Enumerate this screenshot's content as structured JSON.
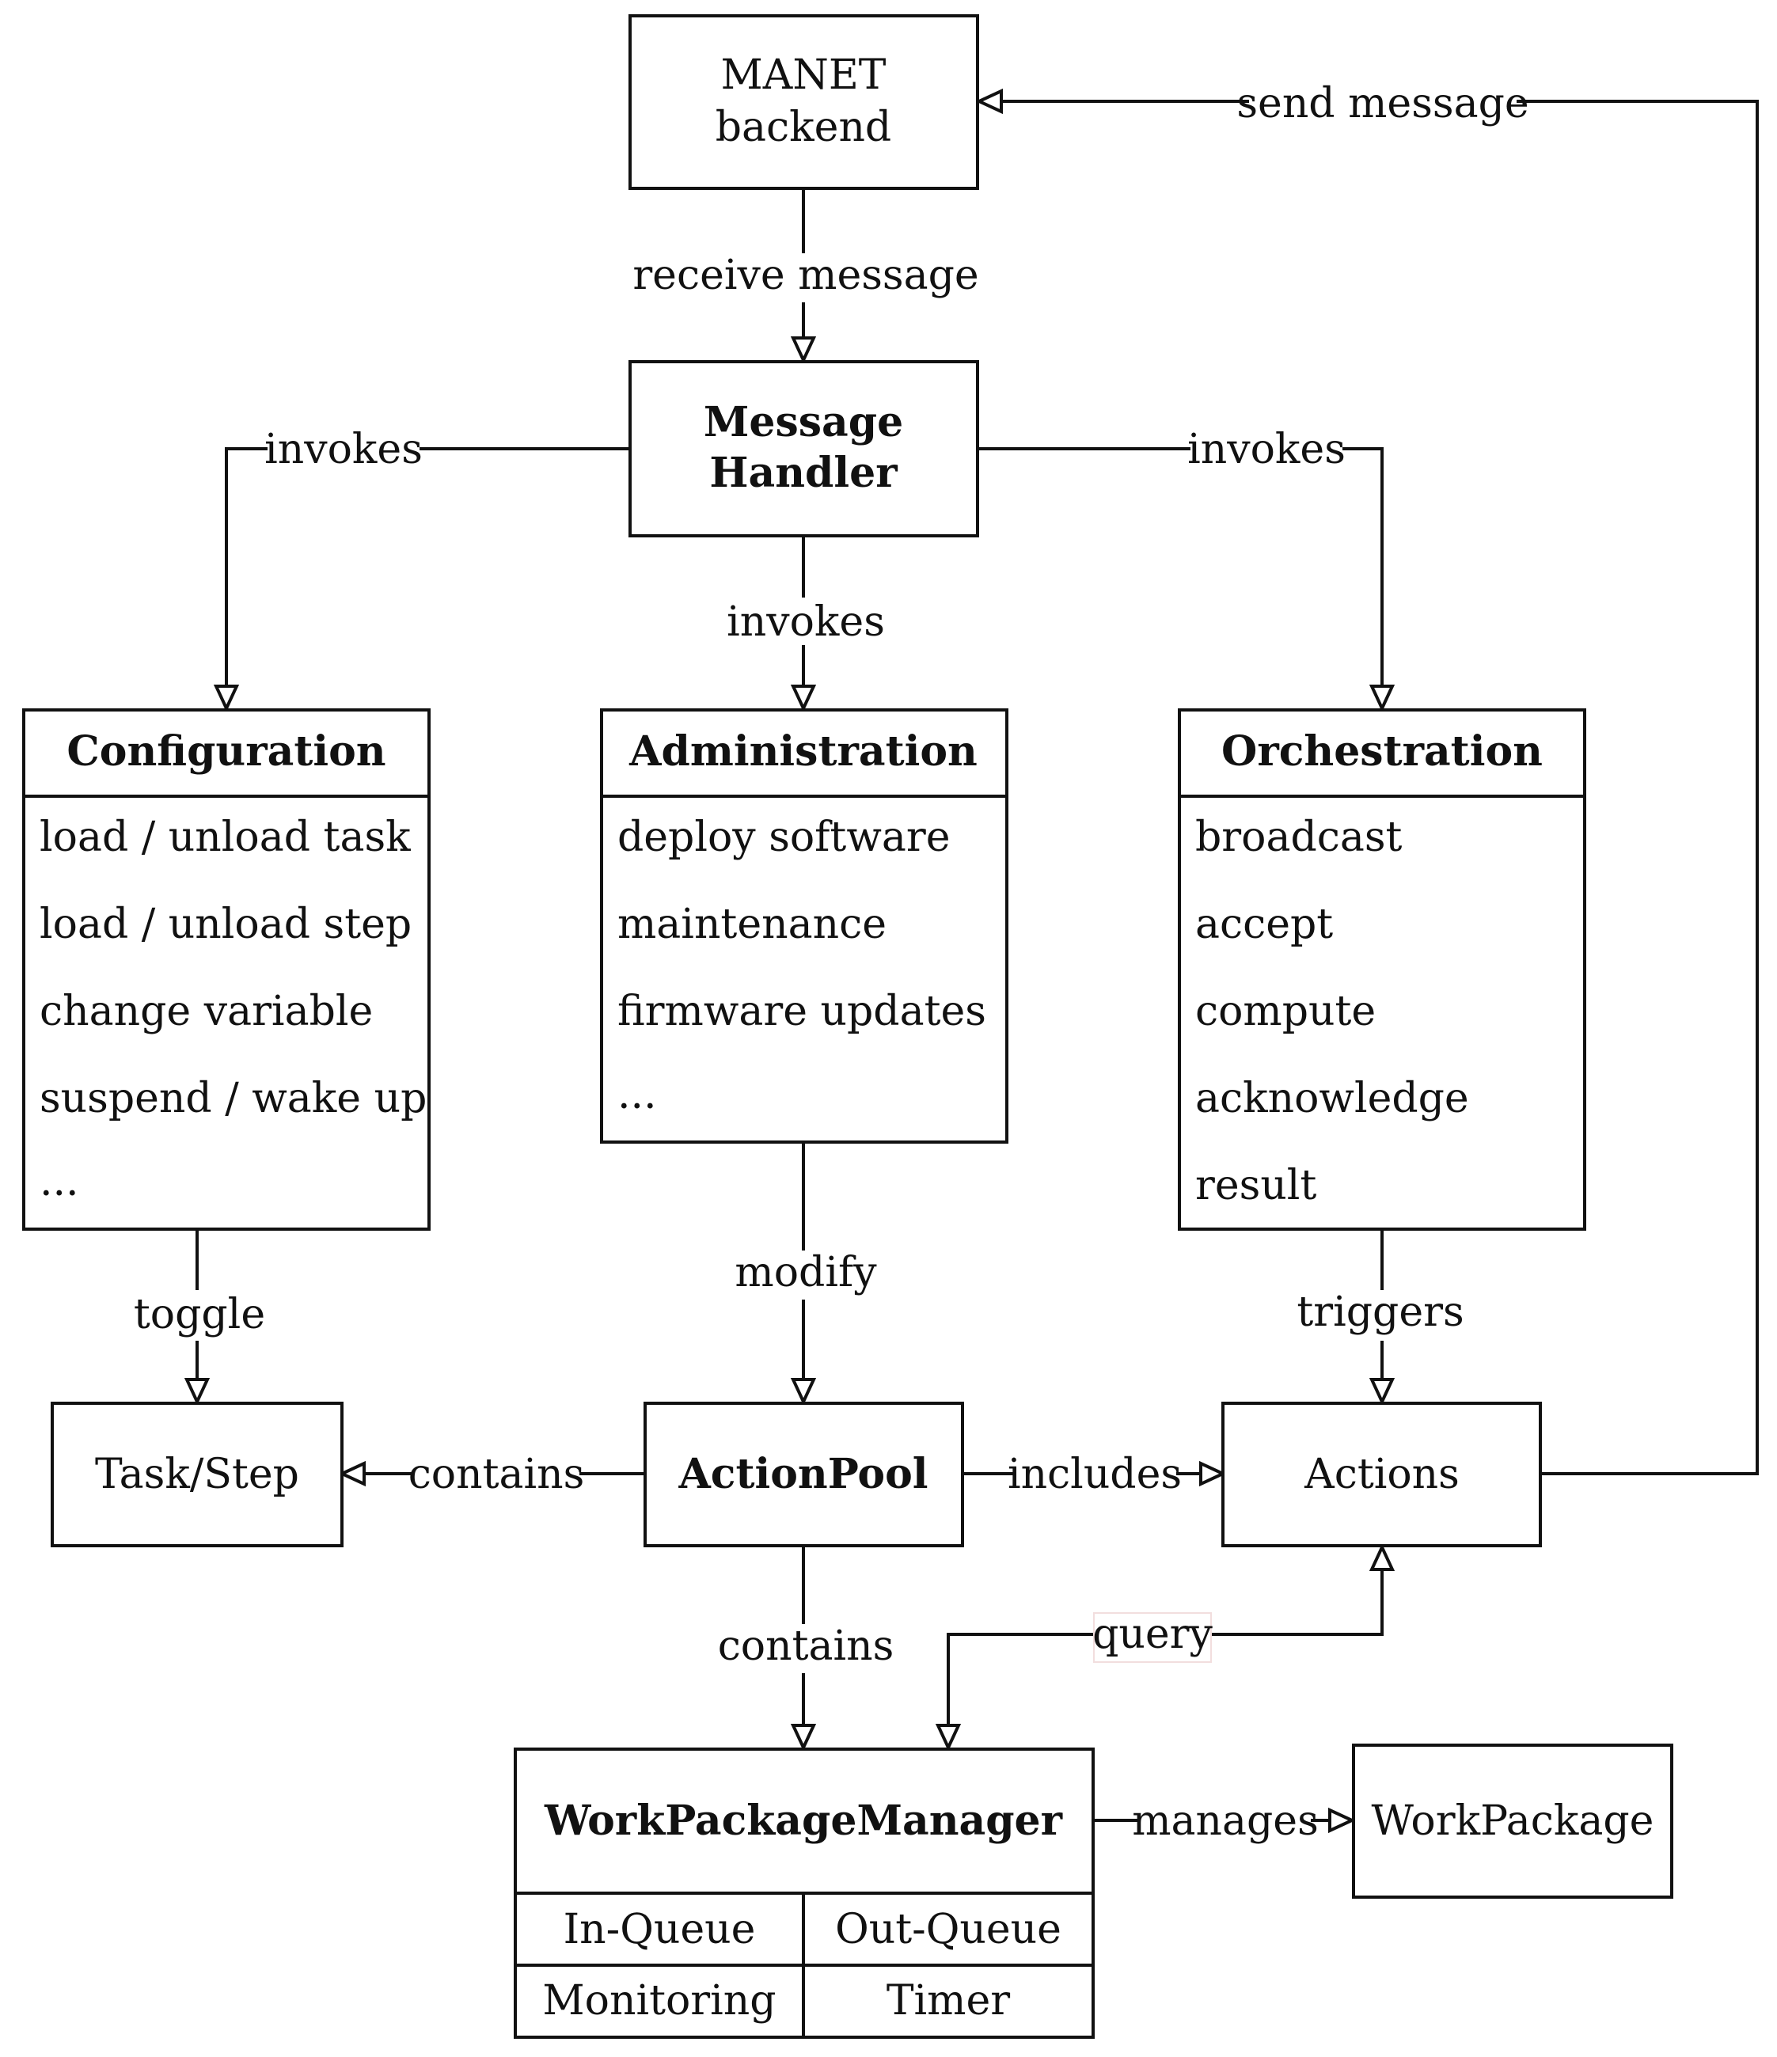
{
  "manet_backend": {
    "line1": "MANET",
    "line2": "backend"
  },
  "message_handler": {
    "line1": "Message",
    "line2": "Handler"
  },
  "configuration": {
    "title": "Configuration",
    "items": [
      "load / unload task",
      "load / unload step",
      "change variable",
      "suspend / wake up",
      "..."
    ]
  },
  "administration": {
    "title": "Administration",
    "items": [
      "deploy software",
      "maintenance",
      "firmware updates",
      "..."
    ]
  },
  "orchestration": {
    "title": "Orchestration",
    "items": [
      "broadcast",
      "accept",
      "compute",
      "acknowledge",
      "result"
    ]
  },
  "task_step": "Task/Step",
  "action_pool": "ActionPool",
  "actions": "Actions",
  "work_package_manager": {
    "title": "WorkPackageManager",
    "cells": [
      "In-Queue",
      "Out-Queue",
      "Monitoring",
      "Timer"
    ]
  },
  "work_package": "WorkPackage",
  "edges": {
    "send_message": "send message",
    "receive_message": "receive message",
    "invokes_left": "invokes",
    "invokes_right": "invokes",
    "invokes_center": "invokes",
    "toggle": "toggle",
    "modify": "modify",
    "triggers": "triggers",
    "contains_left": "contains",
    "includes": "includes",
    "contains_down": "contains",
    "query": "query",
    "manages": "manages"
  }
}
